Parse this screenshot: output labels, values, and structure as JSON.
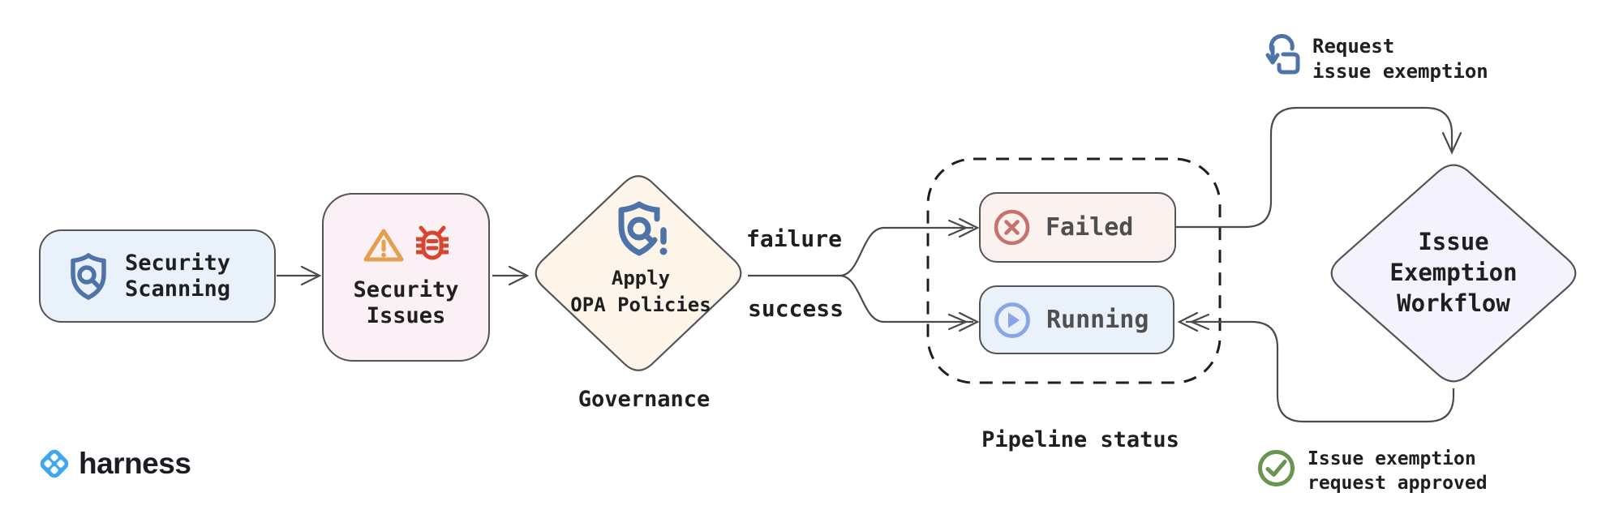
{
  "nodes": {
    "security_scanning": {
      "line1": "Security",
      "line2": "Scanning"
    },
    "security_issues": {
      "line1": "Security",
      "line2": "Issues"
    },
    "apply_opa": {
      "line1": "Apply",
      "line2": "OPA Policies"
    },
    "failed": {
      "label": "Failed"
    },
    "running": {
      "label": "Running"
    },
    "issue_exemption_workflow": {
      "line1": "Issue",
      "line2": "Exemption",
      "line3": "Workflow"
    }
  },
  "edge_labels": {
    "failure": "failure",
    "success": "success"
  },
  "captions": {
    "governance": "Governance",
    "pipeline_status": "Pipeline status"
  },
  "annotations": {
    "request_exemption": {
      "line1": "Request",
      "line2": "issue exemption"
    },
    "request_approved": {
      "line1": "Issue exemption",
      "line2": "request approved"
    }
  },
  "logo": {
    "brand": "harness"
  },
  "icons": [
    "shield-search-icon",
    "warning-triangle-icon",
    "bug-icon",
    "shield-alert-icon",
    "circle-x-icon",
    "circle-play-icon",
    "tap-gesture-icon",
    "circle-check-icon",
    "harness-logo-icon"
  ],
  "colors": {
    "node_blue_fill": "#e9f2fb",
    "node_pink_fill": "#faf0f5",
    "node_cream_fill": "#fdf5ea",
    "node_lavender_fill": "#f4f2fc",
    "failed_fill": "#fbf1ee",
    "icon_blue": "#4d73a9",
    "warning_orange": "#e5a04d",
    "bug_red": "#d9442f",
    "failed_red": "#c4726b",
    "running_blue": "#8aa4e8",
    "approved_green": "#69954f",
    "brand_blue": "#3fa7f0",
    "stroke_dark": "#4a4a4a"
  }
}
